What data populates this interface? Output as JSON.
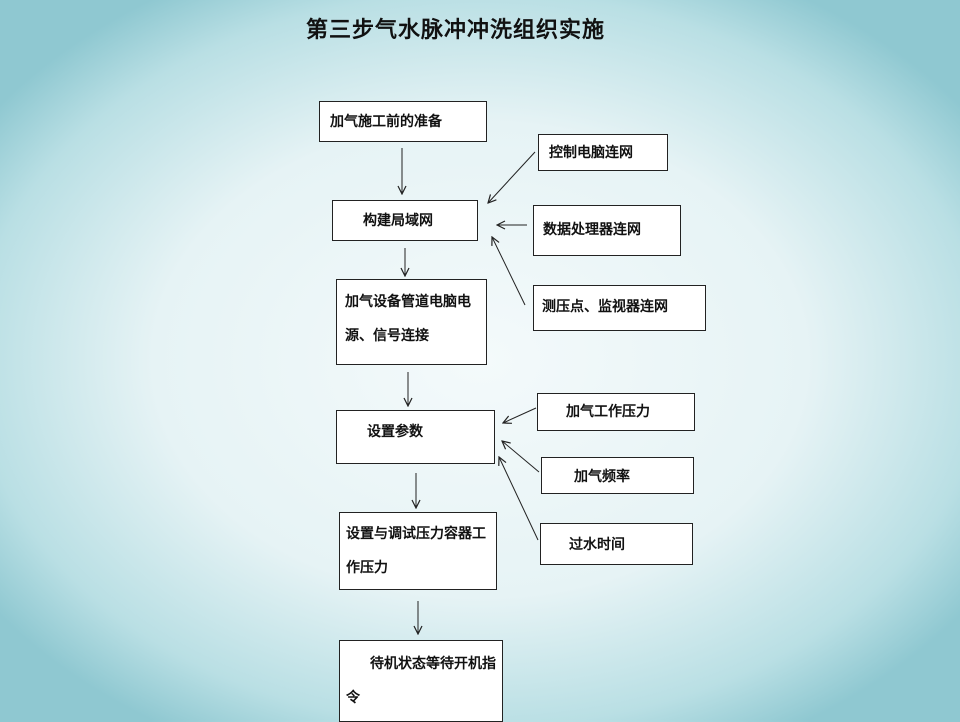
{
  "title": "第三步气水脉冲冲洗组织实施",
  "main_steps": [
    "加气施工前的准备",
    "构建局域网",
    "加气设备管道电脑电源、信号连接",
    "设置参数",
    "设置与调试压力容器工作压力",
    "待机状态等待开机指令"
  ],
  "network_inputs": [
    "控制电脑连网",
    "数据处理器连网",
    "测压点、监视器连网"
  ],
  "parameter_inputs": [
    "加气工作压力",
    "加气频率",
    "过水时间"
  ]
}
